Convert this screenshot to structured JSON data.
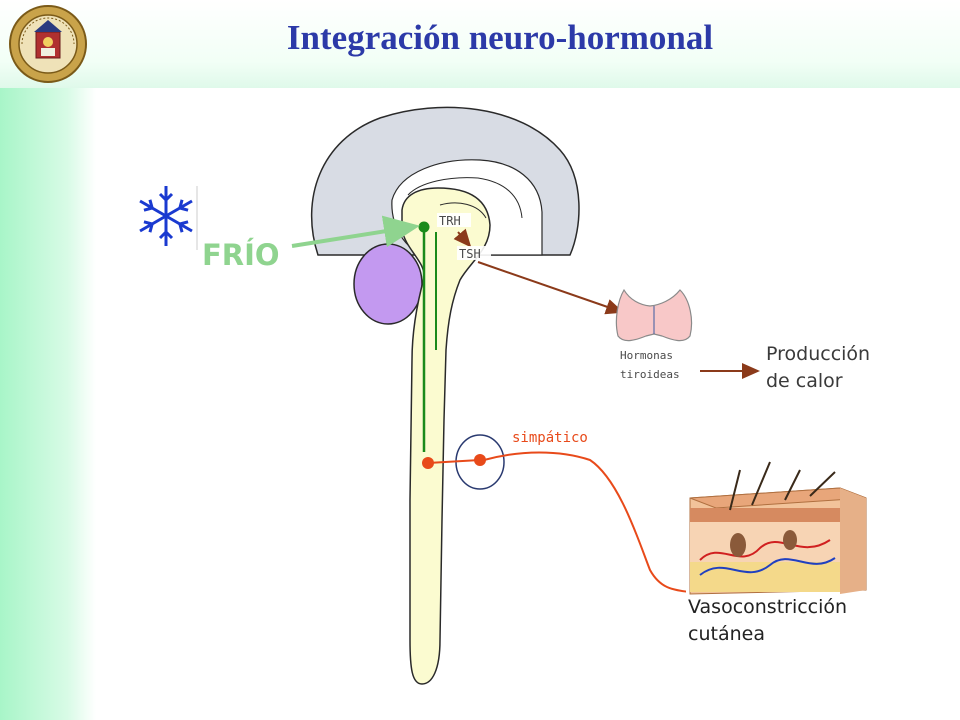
{
  "header": {
    "title": "Integración neuro-hormonal"
  },
  "diagram": {
    "stimulus_label": "FRÍO",
    "trh_label": "TRH",
    "tsh_label": "TSH",
    "thyroid_label_line1": "Hormonas",
    "thyroid_label_line2": "tiroideas",
    "heat_label_line1": "Producción",
    "heat_label_line2": "de calor",
    "sympathetic_label": "simpático",
    "vaso_label_line1": "Vasoconstricción",
    "vaso_label_line2": "cutánea"
  },
  "colors": {
    "title": "#2c3aa8",
    "cold_green": "#8fd48f",
    "neuron_green": "#1a8a1a",
    "sympathetic_red": "#e84a1a",
    "hormone_arrow": "#8b3a1a",
    "brain_fill": "#d8dce4",
    "cord_fill": "#fbfbd0",
    "pituitary": "#c399f0",
    "thyroid": "#f8c8c8",
    "snowflake": "#1a3ad0"
  },
  "icons": {
    "seal": "university-seal-icon",
    "snowflake": "snowflake-icon"
  }
}
